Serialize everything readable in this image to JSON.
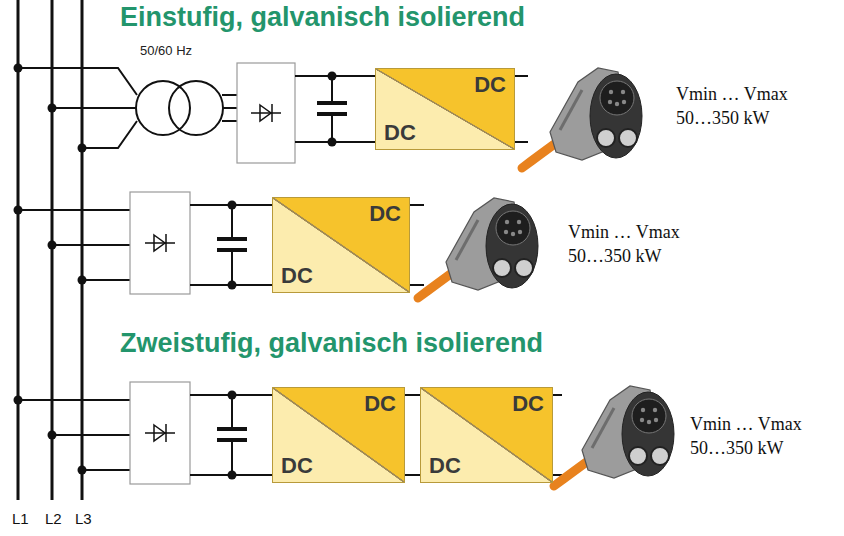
{
  "diagram": {
    "nodes": [
      {
        "text": [
          "DC",
          "DC"
        ]
      },
      {
        "text": [
          "DC",
          "DC"
        ]
      },
      {
        "text": [
          "DC",
          "DC"
        ]
      },
      {
        "text": [
          "DC",
          "DC"
        ]
      }
    ],
    "edges": [
      {
        "from": 2,
        "to": 3,
        "arrow": "none"
      }
    ],
    "labels": [
      "Einstufig, galvanisch isolierend",
      "50/60 Hz",
      "Vmin … Vmax",
      "50…350 kW",
      "Vmin … Vmax",
      "50…350 kW",
      "Zweistufig, galvanisch isolierend",
      "Vmin … Vmax",
      "50…350 kW",
      "L1",
      "L2",
      "L3"
    ]
  }
}
